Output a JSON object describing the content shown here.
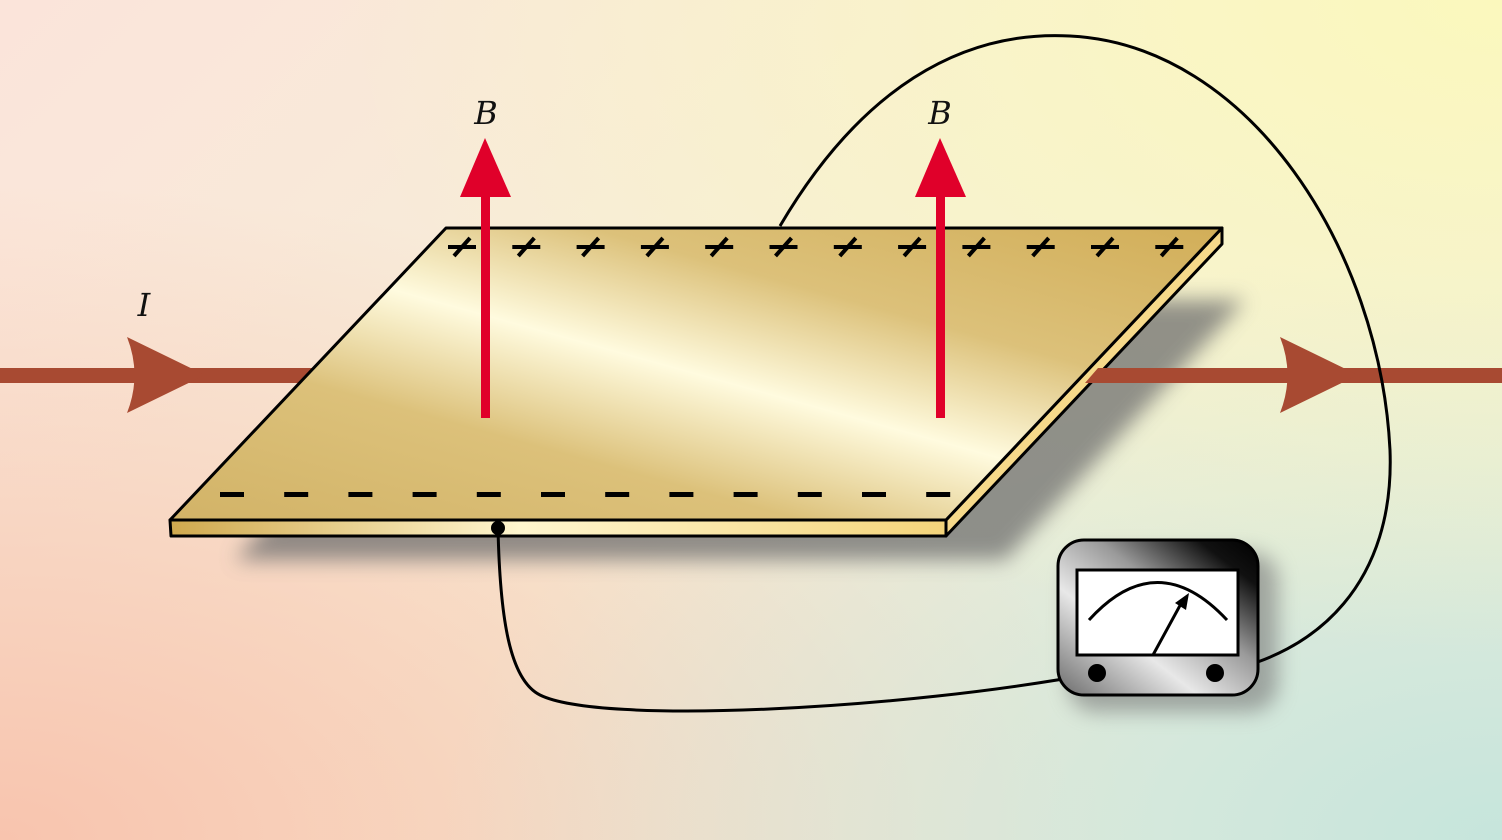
{
  "labels": {
    "magnetic_field_left": "B",
    "magnetic_field_right": "B",
    "current": "I"
  },
  "colors": {
    "field_arrow": "#e0002a",
    "current_arrow": "#a84a32",
    "plate": "#d9bd72"
  },
  "charges": {
    "top_edge": "+",
    "bottom_edge": "-",
    "top_count": 12,
    "bottom_count": 12
  },
  "icons": [
    "voltmeter-icon"
  ]
}
